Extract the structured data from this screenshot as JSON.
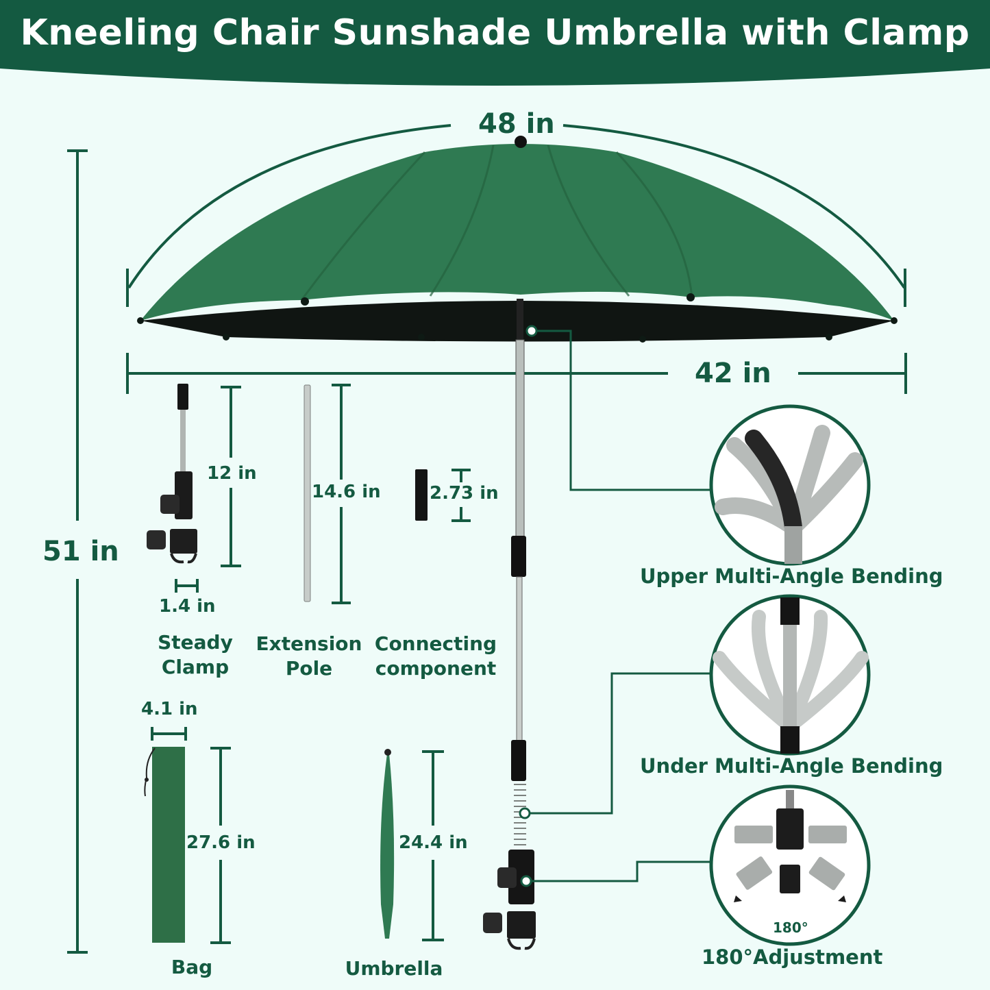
{
  "banner": {
    "title": "Kneeling Chair Sunshade Umbrella with Clamp",
    "color": "#145a41"
  },
  "dimensions": {
    "canopy_arc": "48 in",
    "canopy_width": "42 in",
    "total_height": "51 in",
    "clamp_height": "12 in",
    "clamp_width": "1.4 in",
    "pole_length": "14.6 in",
    "connector_length": "2.73 in",
    "bag_width": "4.1 in",
    "bag_length": "27.6 in",
    "folded_umbrella_length": "24.4 in"
  },
  "parts": {
    "clamp": "Steady\nClamp",
    "pole": "Extension\nPole",
    "connector": "Connecting\ncomponent",
    "bag": "Bag",
    "umbrella": "Umbrella"
  },
  "features": [
    {
      "label": "Upper Multi-Angle Bending"
    },
    {
      "label": "Under Multi-Angle Bending"
    },
    {
      "label": "180°Adjustment",
      "angle_label": "180°"
    }
  ],
  "colors": {
    "brand_green": "#145a41",
    "canopy_green": "#2f7a52",
    "background": "#effcf9"
  },
  "icons": [
    "umbrella-illustration",
    "clamp-illustration",
    "pole-illustration",
    "connector-illustration",
    "bag-illustration",
    "folded-umbrella-illustration",
    "spring-bend-icon",
    "rotation-icon"
  ]
}
